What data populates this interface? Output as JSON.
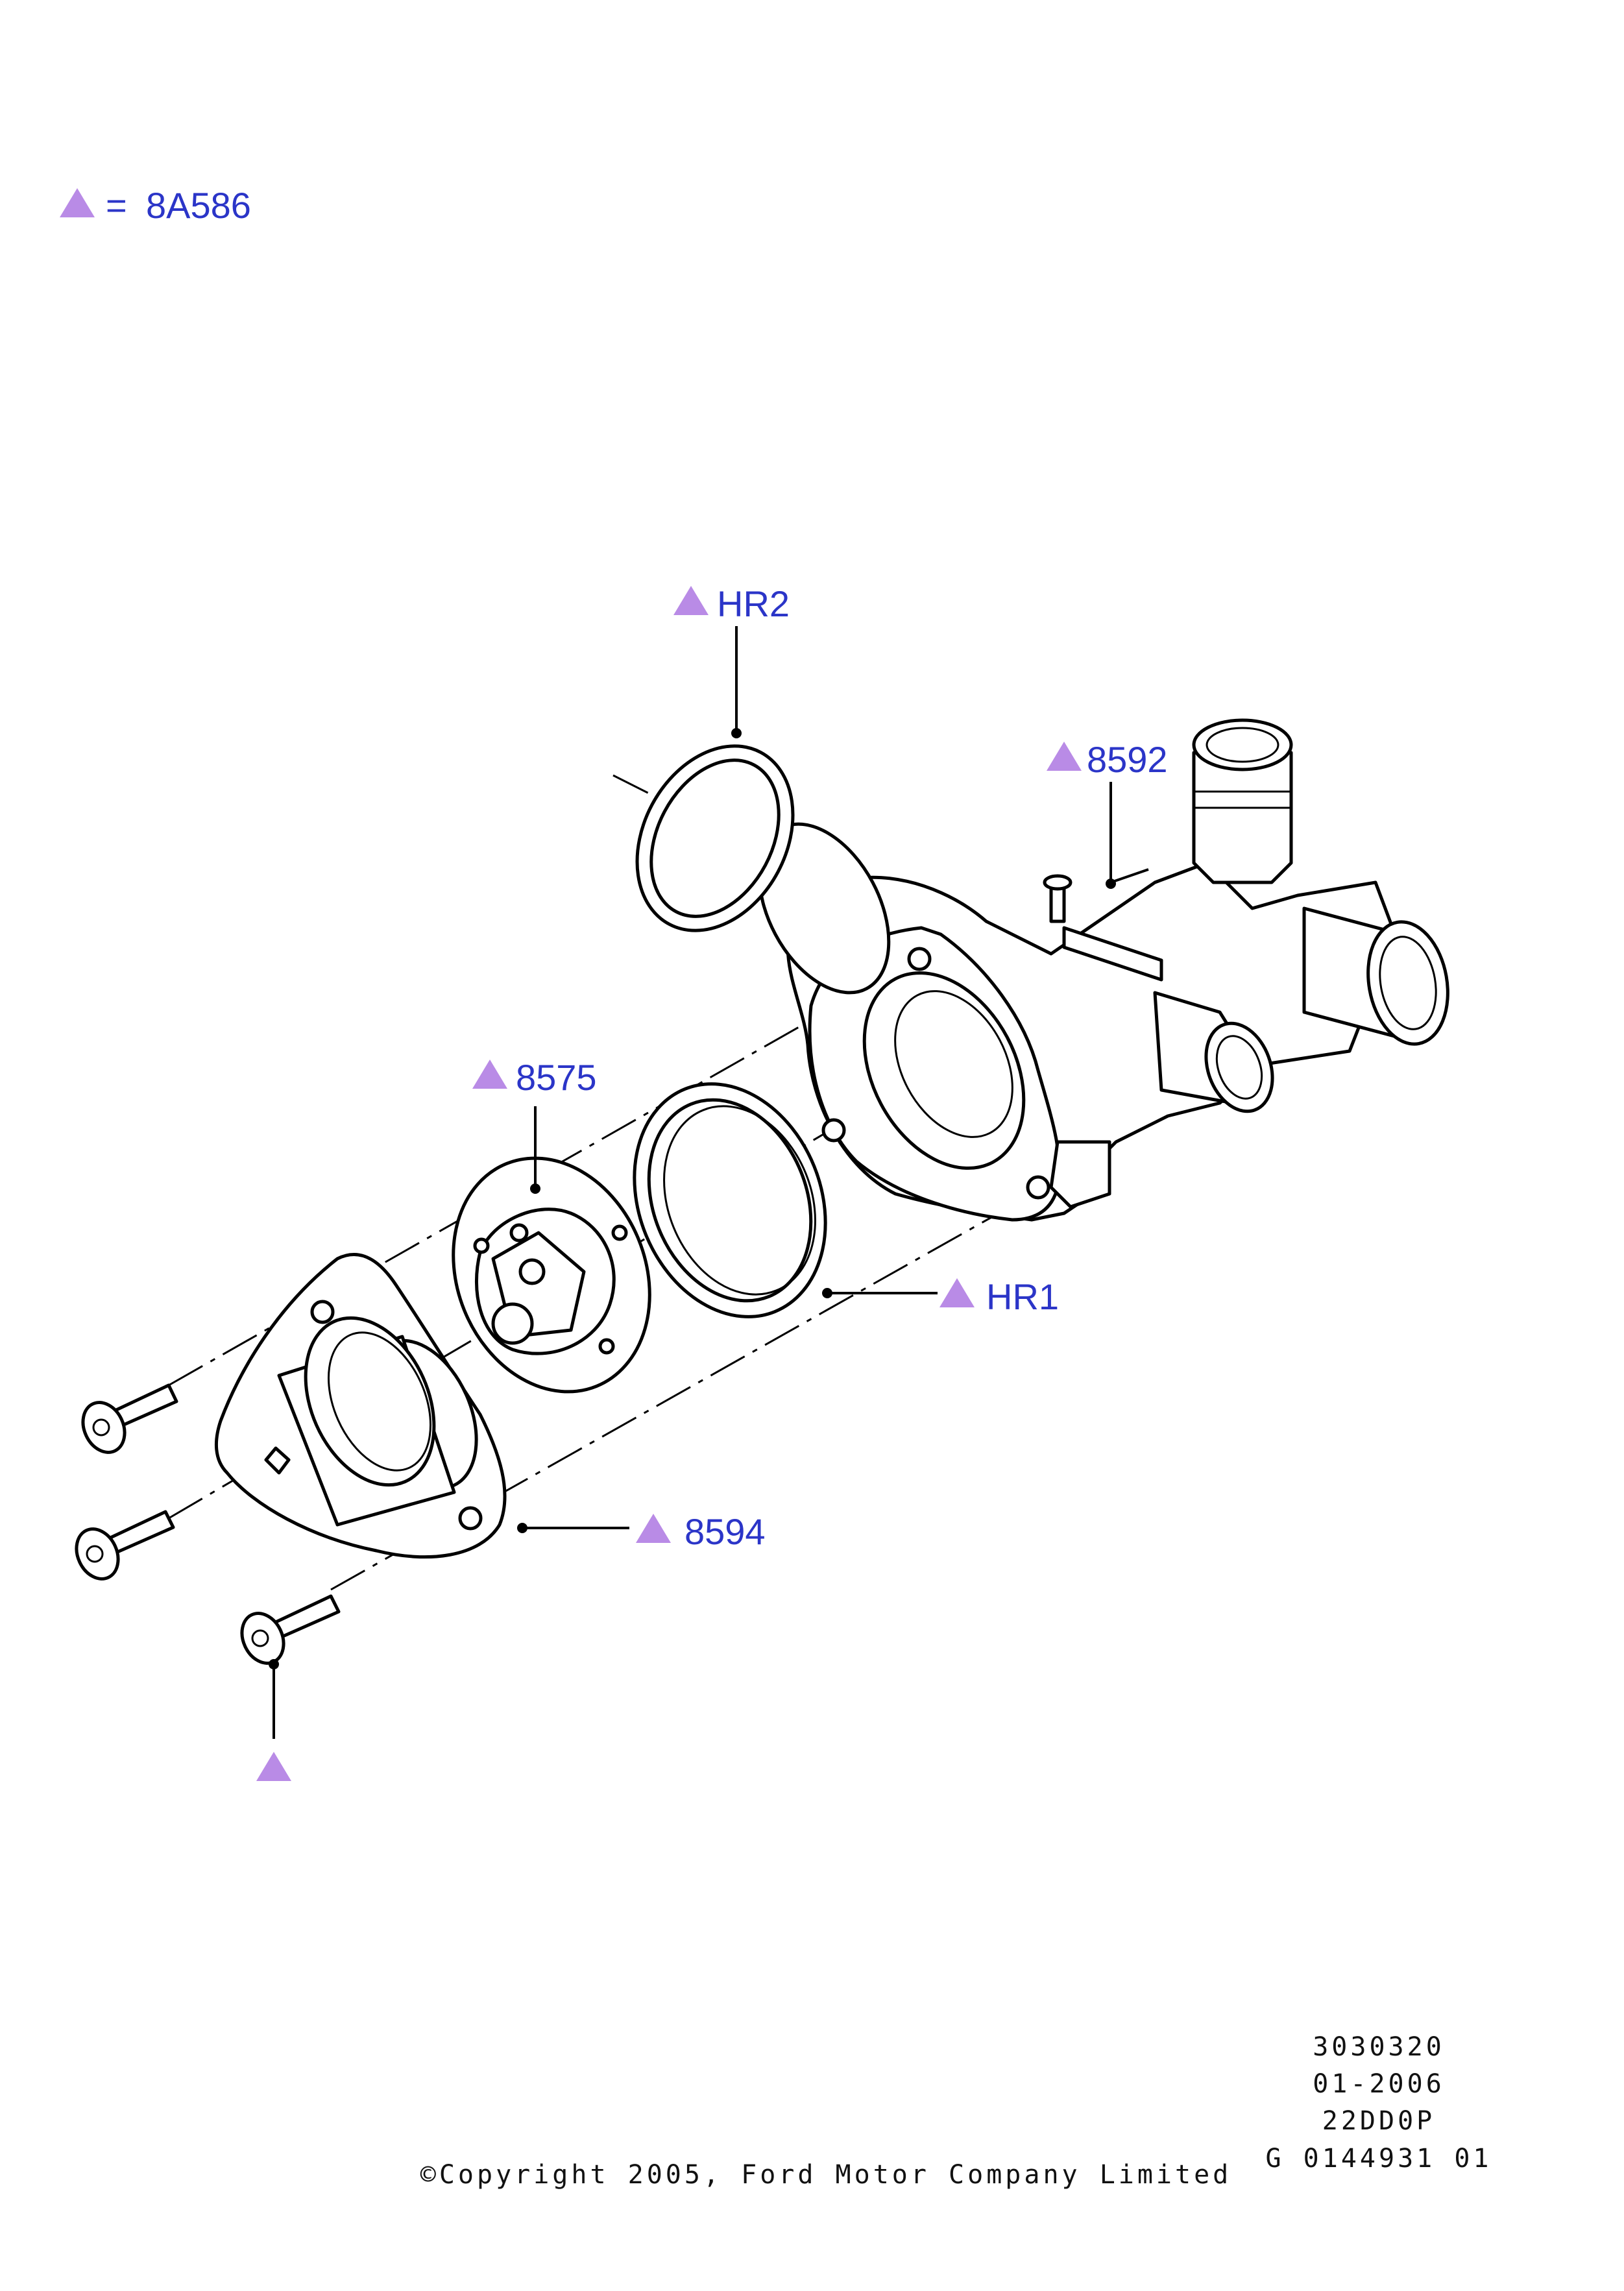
{
  "legend": {
    "symbol": "triangle-icon",
    "equals": "=",
    "code": "8A586"
  },
  "callouts": {
    "hr2": "HR2",
    "p8592": "8592",
    "p8575": "8575",
    "hr1": "HR1",
    "p8594": "8594"
  },
  "footer": {
    "line1": "3030320",
    "line2": "01-2006",
    "line3": "22DD0P",
    "line4": "G 0144931 01",
    "copyright": "©Copyright 2005, Ford Motor Company Limited"
  },
  "colors": {
    "callout_text": "#2b35c8",
    "triangle": "#b98be6",
    "line": "#000000"
  }
}
